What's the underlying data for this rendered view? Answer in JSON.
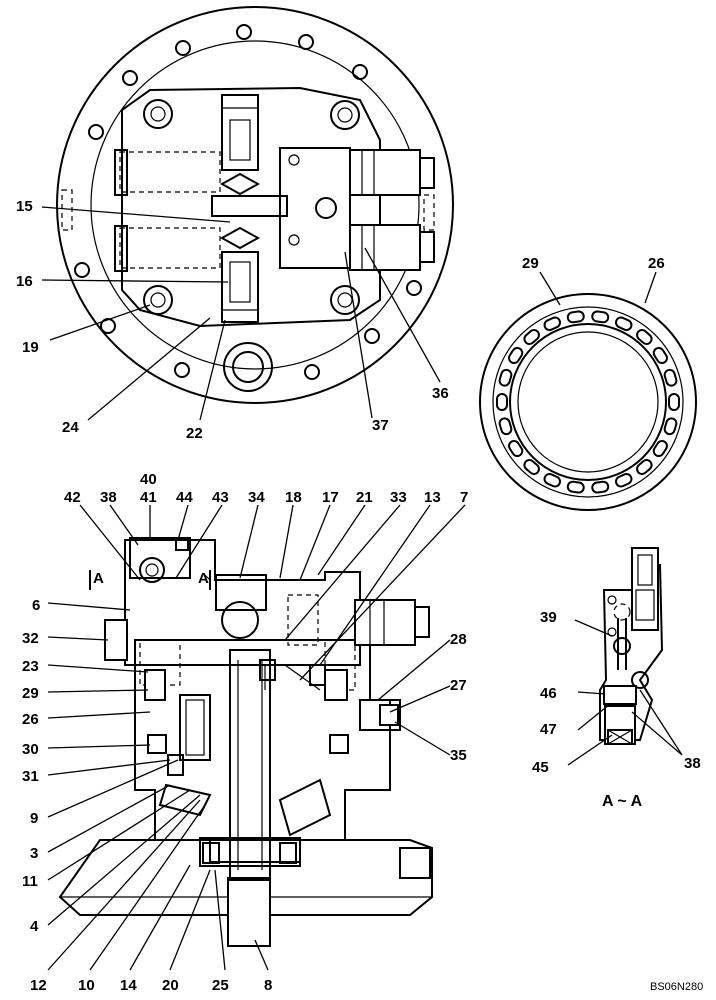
{
  "labels": {
    "l15": "15",
    "l16": "16",
    "l19": "19",
    "l24": "24",
    "l22": "22",
    "l37": "37",
    "l36": "36",
    "l29a": "29",
    "l26a": "26",
    "l40": "40",
    "l42": "42",
    "l38a": "38",
    "l41": "41",
    "l44": "44",
    "l43": "43",
    "l34": "34",
    "l18": "18",
    "l17": "17",
    "l21": "21",
    "l33": "33",
    "l13": "13",
    "l7": "7",
    "l6": "6",
    "l32": "32",
    "l23": "23",
    "l29b": "29",
    "l26b": "26",
    "l30": "30",
    "l31": "31",
    "l9": "9",
    "l3": "3",
    "l11": "11",
    "l4": "4",
    "l28": "28",
    "l27": "27",
    "l35": "35",
    "l12": "12",
    "l10": "10",
    "l14": "14",
    "l20": "20",
    "l25": "25",
    "l8": "8",
    "l39": "39",
    "l46": "46",
    "l47": "47",
    "l45": "45",
    "l38b": "38"
  },
  "view_marks": {
    "a_left": "A",
    "a_right": "A"
  },
  "section_caption": "A ~ A",
  "drawing_code": "BS06N280"
}
